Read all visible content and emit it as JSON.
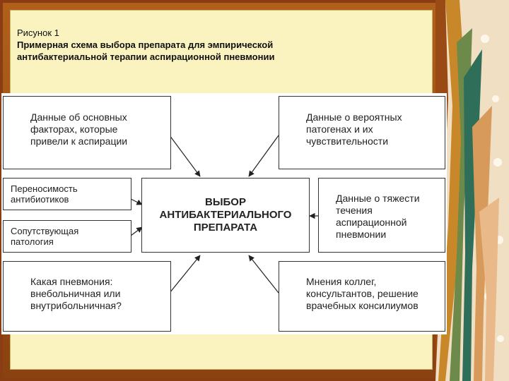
{
  "caption": {
    "number": "Рисунок 1",
    "title_line1": "Примерная схема выбора препарата для эмпирической",
    "title_line2": "антибактериальной терапии аспирационной пневмонии"
  },
  "diagram": {
    "center": "ВЫБОР\nАНТИБАКТЕРИАЛЬНОГО\nПРЕПАРАТА",
    "top_left": "Данные об основных\nфакторах, которые\nпривели к аспирации",
    "top_right": "Данные о вероятных\nпатогенах и их\nчувствительности",
    "left_upper": "Переносимость\nантибиотиков",
    "left_lower": "Сопутствующая\nпатология",
    "right_middle": "Данные о тяжести\nтечения\nаспирационной\nпневмонии",
    "bottom_left": "Какая пневмония:\nвнебольничная или\nвнутрибольничная?",
    "bottom_right": "Мнения коллег,\nконсультантов, решение\nврачебных консилиумов"
  }
}
